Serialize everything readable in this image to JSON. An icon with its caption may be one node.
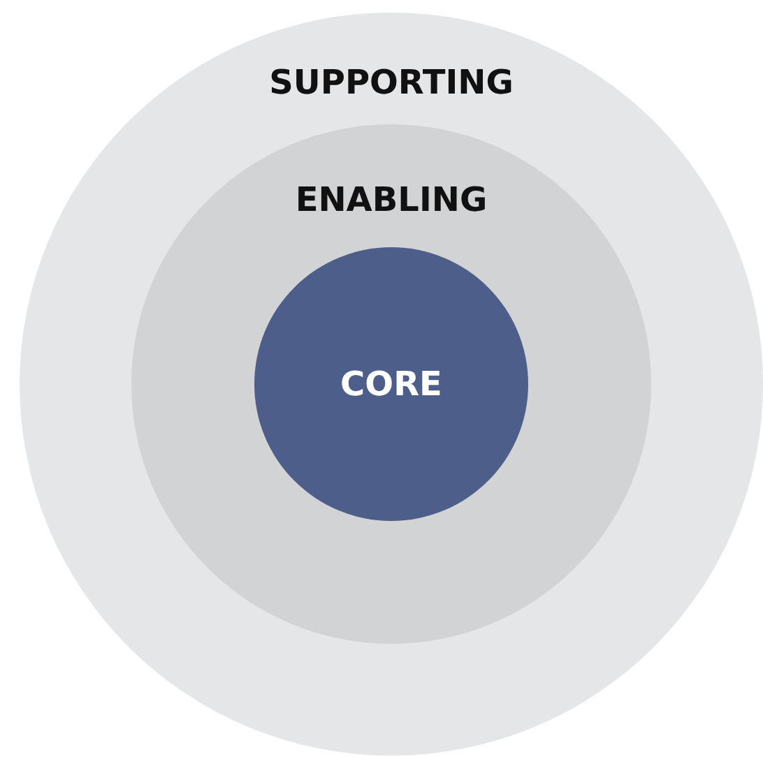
{
  "diagram": {
    "nodes": [
      {
        "text": [
          "SUPPORTING"
        ]
      },
      {
        "text": [
          "ENABLING"
        ],
        "in": 0
      },
      {
        "text": [
          "CORE"
        ],
        "in": 1
      }
    ],
    "edges": []
  }
}
